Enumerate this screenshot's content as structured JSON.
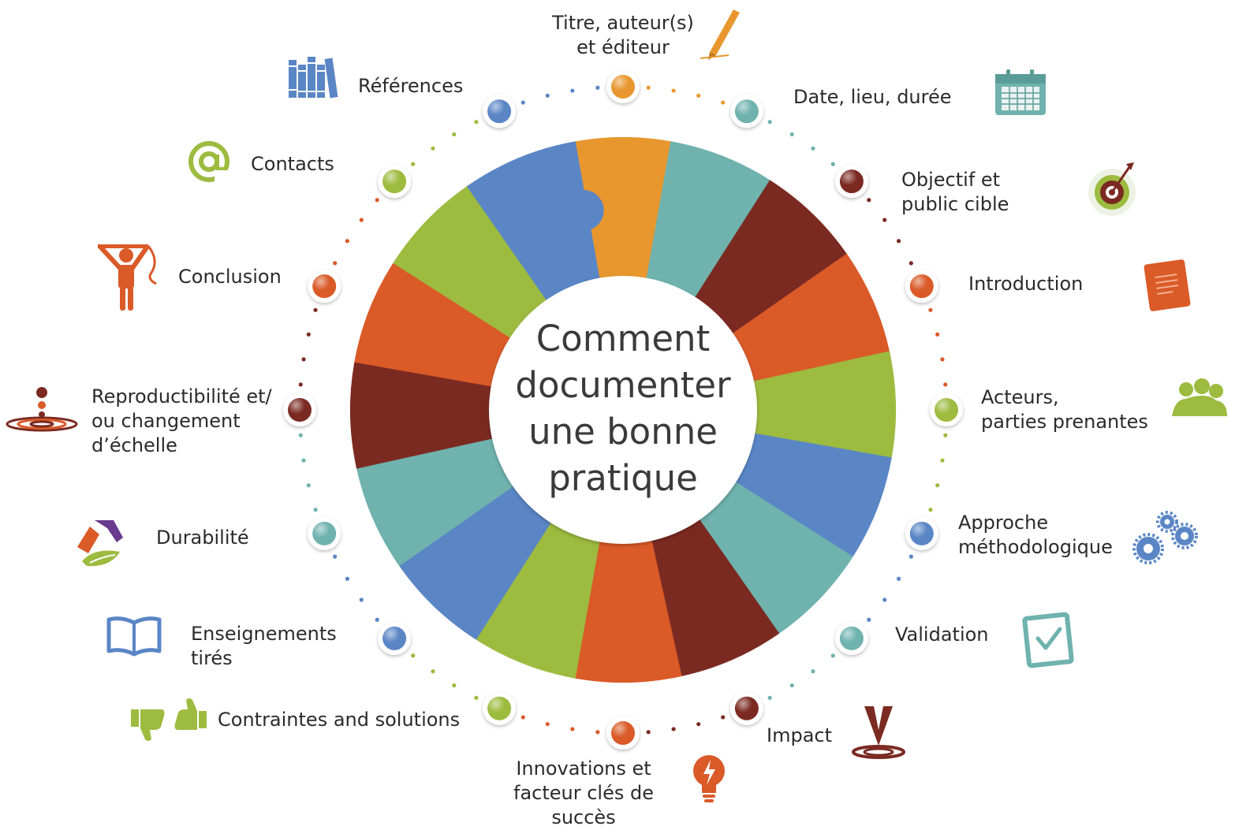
{
  "title": "Comment\ndocumenter\nune bonne\npratique",
  "items": [
    {
      "key": "titre",
      "label": "Titre, auteur(s)\net éditeur",
      "color": "#E8972E",
      "icon": "pencil-icon"
    },
    {
      "key": "date",
      "label": "Date, lieu, durée",
      "color": "#6FB2AE",
      "icon": "calendar-icon"
    },
    {
      "key": "objectif",
      "label": "Objectif et\npublic cible",
      "color": "#7B2A22",
      "icon": "target-icon"
    },
    {
      "key": "introduction",
      "label": "Introduction",
      "color": "#DA5A28",
      "icon": "document-icon"
    },
    {
      "key": "acteurs",
      "label": "Acteurs,\nparties prenantes",
      "color": "#9DBB3F",
      "icon": "people-icon"
    },
    {
      "key": "approche",
      "label": "Approche\nméthodologique",
      "color": "#5A86C6",
      "icon": "gears-icon"
    },
    {
      "key": "validation",
      "label": "Validation",
      "color": "#6FB2AE",
      "icon": "checkbox-icon"
    },
    {
      "key": "impact",
      "label": "Impact",
      "color": "#7B2A22",
      "icon": "impact-icon"
    },
    {
      "key": "innovations",
      "label": "Innovations et\nfacteur clés de succès",
      "color": "#DA5A28",
      "icon": "lightbulb-icon"
    },
    {
      "key": "contraintes",
      "label": "Contraintes and solutions",
      "color": "#9DBB3F",
      "icon": "thumbs-icon"
    },
    {
      "key": "enseignements",
      "label": "Enseignements\ntirés",
      "color": "#5A86C6",
      "icon": "book-icon"
    },
    {
      "key": "durabilite",
      "label": "Durabilité",
      "color": "#6FB2AE",
      "icon": "recycle-hands-icon"
    },
    {
      "key": "reproductibilite",
      "label": "Reproductibilité  et/\nou changement\nd’échelle",
      "color": "#7B2A22",
      "icon": "ripple-icon"
    },
    {
      "key": "conclusion",
      "label": "Conclusion",
      "color": "#DA5A28",
      "icon": "person-banner-icon"
    },
    {
      "key": "contacts",
      "label": "Contacts",
      "color": "#9DBB3F",
      "icon": "at-icon"
    },
    {
      "key": "references",
      "label": "Références",
      "color": "#5A86C6",
      "icon": "books-icon"
    }
  ]
}
